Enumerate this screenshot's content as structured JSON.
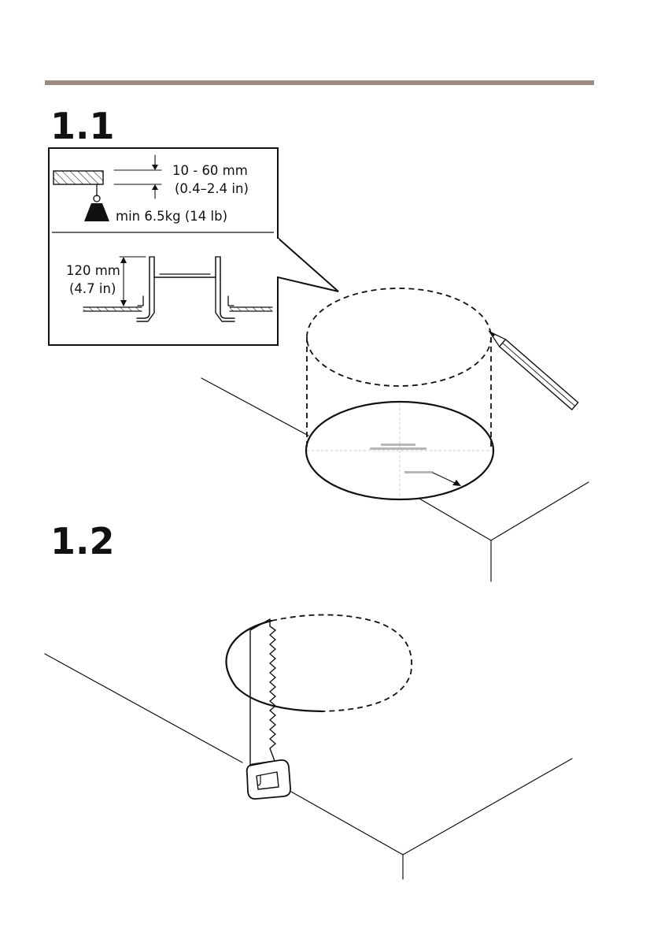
{
  "header": {
    "rule_color": "#9b8b80"
  },
  "steps": [
    {
      "number": "1.1"
    },
    {
      "number": "1.2"
    }
  ],
  "callout": {
    "gap_range": "10 - 60 mm",
    "gap_range_imperial": "(0.4–2.4 in)",
    "min_load": "min 6.5kg (14 lb)",
    "depth": "120 mm",
    "depth_imperial": "(4.7 in)"
  },
  "icons": [
    "pencil-icon",
    "saw-icon",
    "weight-icon",
    "dimension-arrow-icon"
  ]
}
